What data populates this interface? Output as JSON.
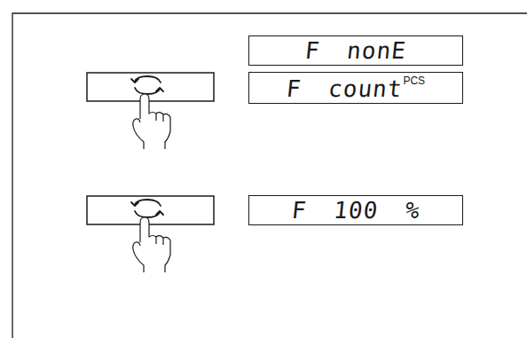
{
  "diagram": {
    "nodes": [
      {
        "text": [
          "F nonE"
        ]
      },
      {
        "text": [
          "F count",
          "PCS"
        ]
      },
      {
        "text": [
          "F 100 %"
        ]
      }
    ]
  }
}
